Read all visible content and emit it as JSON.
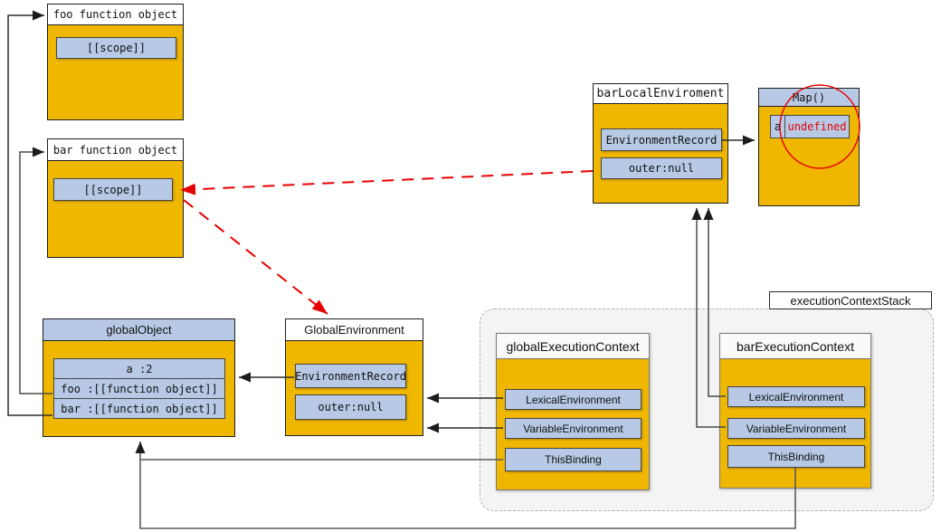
{
  "colors": {
    "box_fill_gold": "#efb700",
    "cell_blue": "#b7c9e5",
    "annotation_red": "#e60000",
    "connector": "#3d3d3d",
    "stack_fill": "#f4f4f4"
  },
  "boxes": {
    "foo_function": {
      "title": "foo function object",
      "scope": "[[scope]]"
    },
    "bar_function": {
      "title": "bar function object",
      "scope": "[[scope]]"
    },
    "bar_local_environment": {
      "title": "barLocalEnviroment",
      "rows": [
        "EnvironmentRecord",
        "outer:null"
      ]
    },
    "map": {
      "title": "Map()",
      "entry_key": "a",
      "entry_value": "undefined"
    },
    "global_object": {
      "title": "globalObject",
      "rows": [
        "a :2",
        "foo :[[function object]]",
        "bar :[[function object]]"
      ]
    },
    "global_environment": {
      "title": "GlobalEnvironment",
      "rows": [
        "EnvironmentRecord",
        "outer:null"
      ]
    },
    "global_execution_context": {
      "title": "globalExecutionContext",
      "rows": [
        "LexicalEnvironment",
        "VariableEnvironment",
        "ThisBinding"
      ]
    },
    "bar_execution_context": {
      "title": "barExecutionContext",
      "rows": [
        "LexicalEnvironment",
        "VariableEnvironment",
        "ThisBinding"
      ]
    },
    "execution_context_stack": {
      "label": "executionContextStack"
    }
  }
}
